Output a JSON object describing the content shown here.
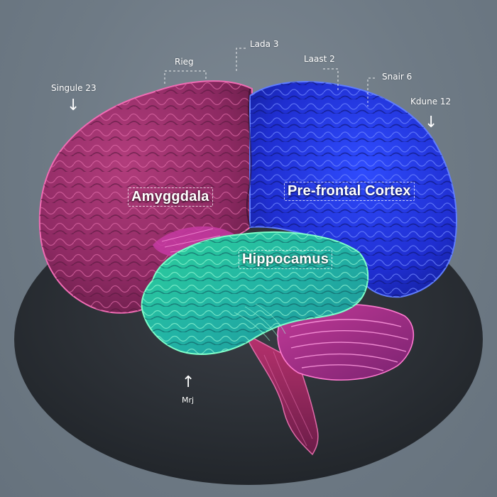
{
  "regions": {
    "amygdala": "Amyggdala",
    "prefrontal": "Pre-frontal Cortex",
    "hippocampus": "Hippocamus"
  },
  "callouts": {
    "singule": "Singule 23",
    "rieg": "Rieg",
    "lada": "Lada 3",
    "laast": "Laast 2",
    "snair": "Snair 6",
    "kdune": "Kdune 12",
    "mrj": "Mrj"
  },
  "icons": {
    "down_arrow": "↓",
    "up_arrow": "↑"
  },
  "colors": {
    "background": "#6f7b86",
    "amygdala_region": "#a0336e",
    "prefrontal_region": "#2233d6",
    "hippocampus_region": "#2aa89a",
    "cerebellum_region": "#b63a97",
    "shadow_disc": "#2e3238"
  }
}
